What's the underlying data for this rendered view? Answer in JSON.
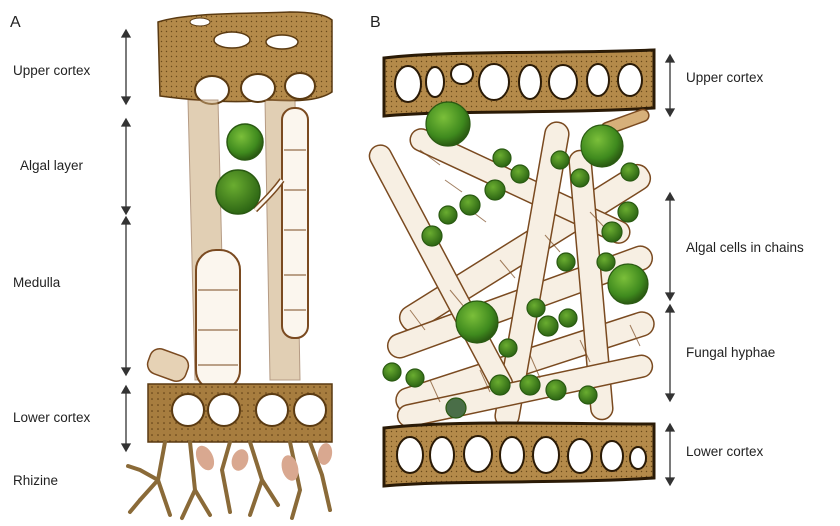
{
  "panels": [
    {
      "letter": "A",
      "labels": {
        "upper_cortex": "Upper cortex",
        "algal_layer": "Algal layer",
        "medulla": "Medulla",
        "lower_cortex": "Lower cortex",
        "rhizine": "Rhizine"
      }
    },
    {
      "letter": "B",
      "labels": {
        "upper_cortex": "Upper cortex",
        "algal_cells": "Algal cells in chains",
        "fungal_hyphae": "Fungal hyphae",
        "lower_cortex": "Lower cortex"
      }
    }
  ],
  "colors": {
    "cortex_fill": "#b48a4a",
    "cortex_dark": "#5a3a12",
    "alga_green": "#3f8a1e",
    "alga_dark": "#2a5a12",
    "hypha_fill": "#f7efe3",
    "hypha_edge": "#7a4a20",
    "rhizine": "#8a6a38",
    "rhizine_pink": "#d9a890"
  }
}
